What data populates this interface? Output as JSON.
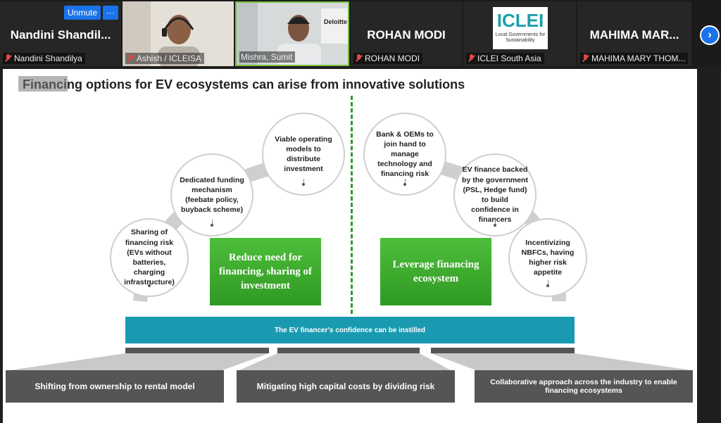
{
  "meeting": {
    "unmute_label": "Unmute",
    "more_label": "···",
    "next_label": "›",
    "participants": [
      {
        "display_name": "Nandini  Shandil...",
        "label": "Nandini Shandilya"
      },
      {
        "display_name": "",
        "label": "Ashish / ICLEISA"
      },
      {
        "display_name": "",
        "label": "Mishra, Sumit"
      },
      {
        "display_name": "ROHAN MODI",
        "label": "ROHAN MODI"
      },
      {
        "display_name": "",
        "label": "ICLEI South Asia",
        "logo_text": "ICLEI",
        "logo_sub": "Local Governments for Sustainability"
      },
      {
        "display_name": "MAHIMA  MAR...",
        "label": "MAHIMA MARY THOM..."
      }
    ],
    "colors": {
      "accent": "#1a73e8",
      "mic_off": "#e04848"
    }
  },
  "slide": {
    "title": "Financing options for EV ecosystems can arise from innovative solutions",
    "left_circles": [
      {
        "text": "Sharing of financing risk (EVs without batteries, charging infrastructure)"
      },
      {
        "text": "Dedicated funding mechanism (feebate policy, buyback scheme)"
      },
      {
        "text": "Viable operating models to distribute investment"
      }
    ],
    "right_circles": [
      {
        "text": "Bank & OEMs to join hand to manage technology and financing risk"
      },
      {
        "text": "EV finance backed by the government (PSL, Hedge fund) to build confidence in financers"
      },
      {
        "text": "Incentivizing NBFCs, having higher risk appetite"
      }
    ],
    "left_box": "Reduce need for financing, sharing of investment",
    "right_box": "Leverage financing ecosystem",
    "banner": "The EV financer's confidence can be instilled",
    "bottom_boxes": [
      "Shifting from ownership to rental model",
      "Mitigating high capital costs by dividing risk",
      "Collaborative approach across the industry to enable financing ecosystems"
    ],
    "colors": {
      "green": "#3aa82c",
      "teal": "#1a9ab0",
      "gray": "#555555"
    }
  }
}
